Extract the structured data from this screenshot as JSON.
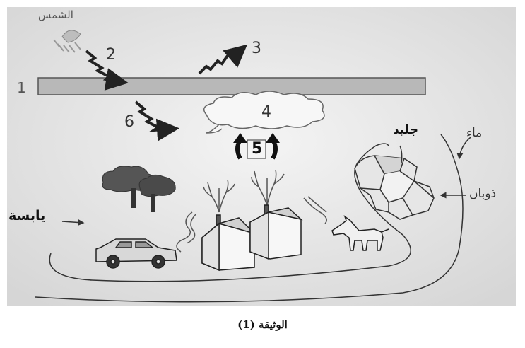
{
  "labels": {
    "sun": "الشمس",
    "land": "يابسة",
    "ice": "جليد",
    "water": "ماء",
    "melting": "ذوبان"
  },
  "numbers": {
    "n1": "1",
    "n2": "2",
    "n3": "3",
    "n4": "4",
    "n5": "5",
    "n6": "6"
  },
  "caption": "الوثيقة (1)"
}
